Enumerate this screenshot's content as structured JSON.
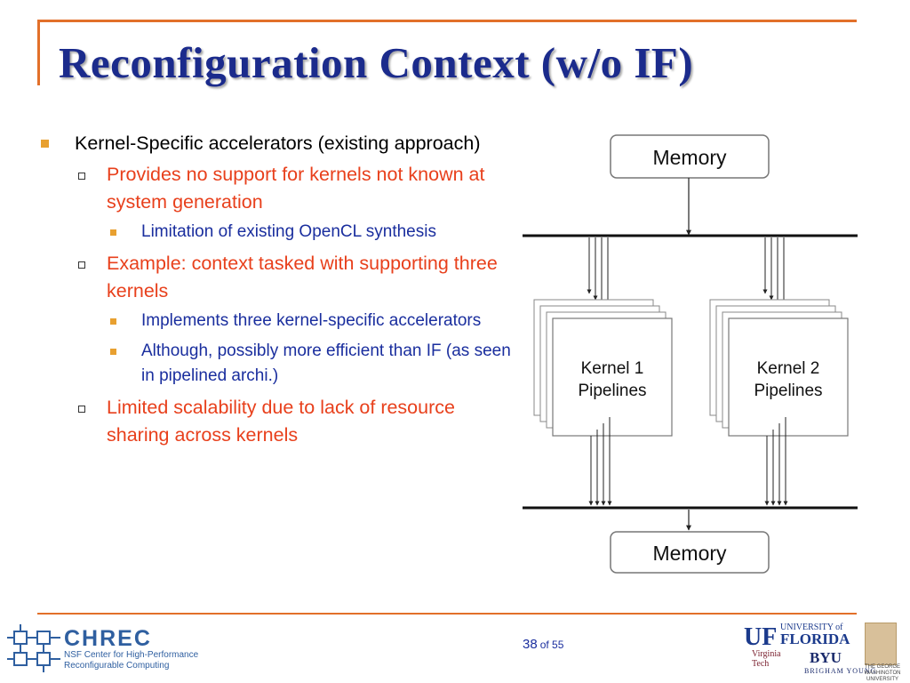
{
  "slide": {
    "title": "Reconfiguration Context (w/o IF)",
    "page_current": "38",
    "page_total": "of 55"
  },
  "bullets": [
    {
      "level": 1,
      "text": "Kernel-Specific accelerators (existing approach)"
    },
    {
      "level": 2,
      "text": "Provides no support for kernels not known at system generation"
    },
    {
      "level": 3,
      "text": "Limitation of existing OpenCL synthesis"
    },
    {
      "level": 2,
      "text": "Example: context tasked with supporting three kernels"
    },
    {
      "level": 3,
      "text": "Implements three kernel-specific accelerators"
    },
    {
      "level": 3,
      "text": "Although, possibly more efficient than IF (as seen in pipelined archi.)"
    },
    {
      "level": 2,
      "text": "Limited scalability due to lack of resource sharing across kernels"
    }
  ],
  "diagram": {
    "memory_top": "Memory",
    "memory_bottom": "Memory",
    "kernel1_line1": "Kernel 1",
    "kernel1_line2": "Pipelines",
    "kernel2_line1": "Kernel 2",
    "kernel2_line2": "Pipelines"
  },
  "footer": {
    "chrec_name": "CHREC",
    "chrec_sub_line1": "NSF Center for High-Performance",
    "chrec_sub_line2": "Reconfigurable Computing",
    "uf_mark": "UF",
    "uf_univ": "UNIVERSITY of",
    "uf_florida": "FLORIDA",
    "vt_line1": "Virginia",
    "vt_line2": "Tech",
    "byu": "BYU",
    "byu_sub": "BRIGHAM YOUNG",
    "gw_line1": "THE GEORGE",
    "gw_line2": "WASHINGTON",
    "gw_line3": "UNIVERSITY"
  },
  "colors": {
    "title": "#1b2b8c",
    "accent_rule": "#e2702a",
    "level2_text": "#e8401c",
    "level3_text": "#1a2e9e",
    "bullet_square": "#e8a030"
  }
}
